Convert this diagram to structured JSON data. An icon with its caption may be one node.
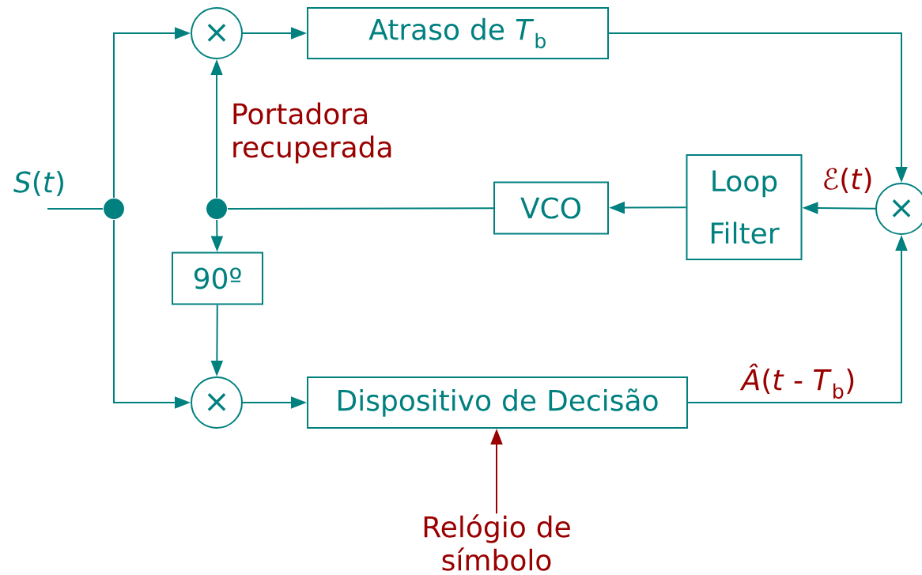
{
  "diagram": {
    "nodes": [
      {
        "text": [
          "×"
        ]
      },
      {
        "text": [
          "Atraso de *T*$_{b}$"
        ]
      },
      {
        "text": [],
        "shape": "circle"
      },
      {
        "text": [],
        "shape": "circle"
      },
      {
        "text": [
          "VCO"
        ]
      },
      {
        "text": [
          "Loop Filter"
        ]
      },
      {
        "text": [
          "×"
        ]
      },
      {
        "text": [
          "90º"
        ]
      },
      {
        "text": [
          "×"
        ]
      },
      {
        "text": [
          "Dispositivo de Decisão"
        ]
      },
      {
        "text": [
          "Relógio de símbolo"
        ]
      }
    ],
    "edges": [
      {
        "from": null,
        "to": 2,
        "arrow": "none",
        "label": "*S*(*t*)"
      },
      {
        "from": 2,
        "to": 0,
        "arrow": "to"
      },
      {
        "from": 2,
        "to": 8,
        "arrow": "to"
      },
      {
        "from": 0,
        "to": 1,
        "arrow": "to"
      },
      {
        "from": 1,
        "to": 6,
        "arrow": "to"
      },
      {
        "from": 6,
        "to": 5,
        "arrow": "to",
        "label": "*ℰ*(*t*)"
      },
      {
        "from": 5,
        "to": 4,
        "arrow": "to"
      },
      {
        "from": 4,
        "to": 3,
        "arrow": "none"
      },
      {
        "from": 3,
        "to": 0,
        "arrow": "to",
        "label": "Portadora recuperada"
      },
      {
        "from": 3,
        "to": 7,
        "arrow": "to"
      },
      {
        "from": 7,
        "to": 8,
        "arrow": "to"
      },
      {
        "from": 8,
        "to": 9,
        "arrow": "to"
      },
      {
        "from": 9,
        "to": 6,
        "arrow": "to",
        "label": "*Â*(*t* - *T*$_{b}$)"
      },
      {
        "from": 10,
        "to": 9,
        "arrow": "to",
        "color": "#990000"
      }
    ]
  }
}
